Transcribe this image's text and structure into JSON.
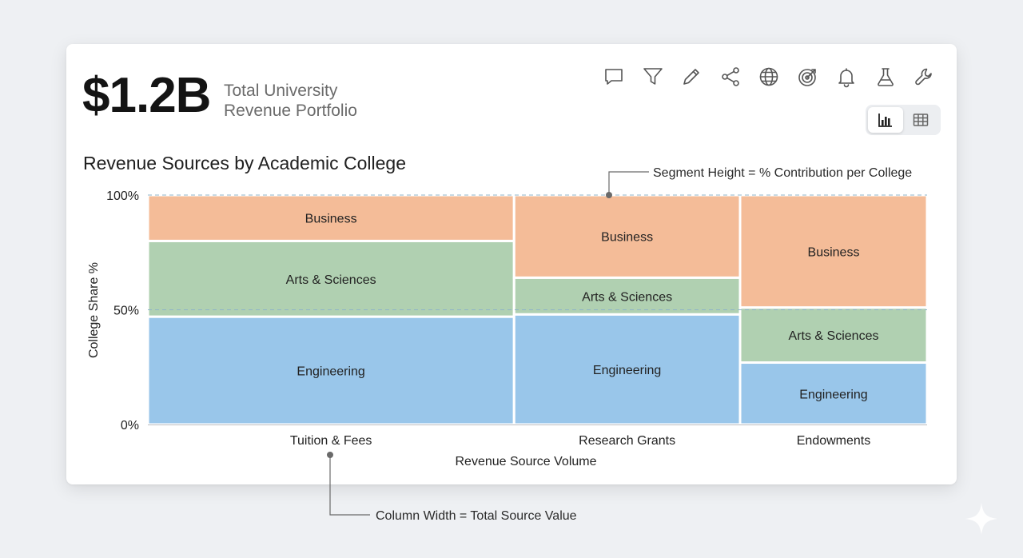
{
  "kpi": {
    "value": "$1.2B",
    "label": "Total University Revenue Portfolio"
  },
  "toolbar": {
    "icons": [
      "comment-icon",
      "filter-icon",
      "pencil-icon",
      "share-icon",
      "globe-icon",
      "target-icon",
      "bell-icon",
      "flask-icon",
      "wrench-icon"
    ]
  },
  "view_toggle": {
    "options": [
      "bar-chart-icon",
      "table-icon"
    ],
    "active": "bar-chart-icon"
  },
  "annotations": {
    "segment_height": "Segment Height = % Contribution per College",
    "column_width": "Column Width = Total Source Value"
  },
  "colors": {
    "Business": "#f4bc98",
    "Arts & Sciences": "#b0d0b1",
    "Engineering": "#99c6ea"
  },
  "chart_data": {
    "type": "marimekko",
    "title": "Revenue Sources by Academic College",
    "xlabel": "Revenue Source Volume",
    "ylabel": "College Share %",
    "ylim": [
      0,
      100
    ],
    "yticks": [
      "0%",
      "50%",
      "100%"
    ],
    "categories": [
      "Tuition & Fees",
      "Research Grants",
      "Endowments"
    ],
    "widths": [
      47,
      29,
      24
    ],
    "series": [
      {
        "name": "Engineering",
        "values": [
          47,
          48,
          27
        ]
      },
      {
        "name": "Arts & Sciences",
        "values": [
          33,
          16,
          24
        ]
      },
      {
        "name": "Business",
        "values": [
          20,
          36,
          49
        ]
      }
    ],
    "reference_lines": [
      50,
      100
    ]
  }
}
